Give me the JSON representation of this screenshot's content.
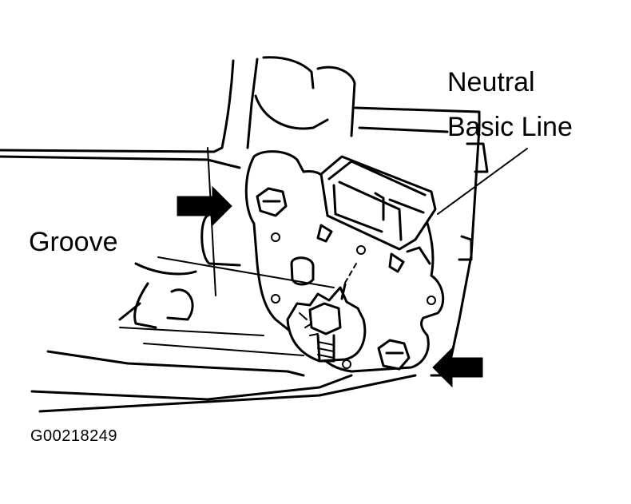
{
  "labels": {
    "neutral_line_1": "Neutral",
    "neutral_line_2": "Basic Line",
    "groove": "Groove"
  },
  "figure_id": "G00218249",
  "icons": {
    "arrow_left_side": "arrow-right-icon",
    "arrow_right_side": "arrow-left-icon"
  },
  "colors": {
    "ink": "#000000",
    "paper": "#ffffff"
  }
}
